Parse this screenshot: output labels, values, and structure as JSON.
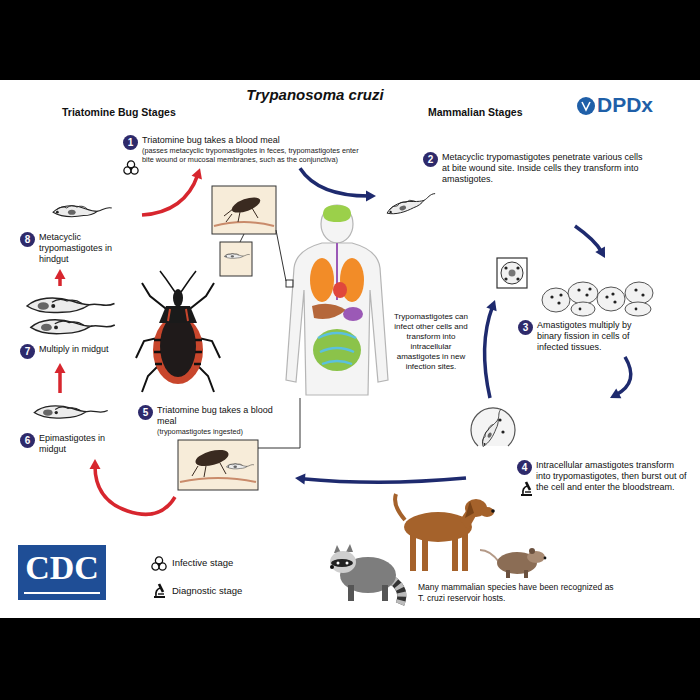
{
  "diagram": {
    "title": "Trypanosoma cruzi",
    "nodes": [
      {
        "text": [
          "1",
          "Triatomine bug takes a blood meal",
          "(passes metacyclic trypomastigotes in feces, trypomastigotes enter bite wound or mucosal membranes, such as the conjunctiva)"
        ]
      },
      {
        "text": [
          "2",
          "Metacyclic trypomastigotes penetrate various cells at bite wound site. Inside cells they transform into amastigotes."
        ]
      },
      {
        "text": [
          "3",
          "Amastigotes multiply by binary fission in cells of infected tissues."
        ]
      },
      {
        "text": [
          "4",
          "Intracellular amastigotes transform into trypomastigotes, then burst out of the cell and enter the bloodstream."
        ]
      },
      {
        "text": [
          "5",
          "Triatomine bug takes a blood meal",
          "(trypomastigotes ingested)"
        ]
      },
      {
        "text": [
          "6",
          "Epimastigotes in midgut"
        ]
      },
      {
        "text": [
          "7",
          "Multiply in midgut"
        ]
      },
      {
        "text": [
          "8",
          "Metacyclic trypomastigotes in hindgut"
        ]
      }
    ],
    "edges": [
      {
        "from": 0,
        "to": 1,
        "arrow": "to"
      },
      {
        "from": 1,
        "to": 2,
        "arrow": "to"
      },
      {
        "from": 2,
        "to": 3,
        "arrow": "to"
      },
      {
        "from": 3,
        "to": 4,
        "arrow": "to"
      },
      {
        "from": 4,
        "to": 5,
        "arrow": "to"
      },
      {
        "from": 5,
        "to": 6,
        "arrow": "to"
      },
      {
        "from": 6,
        "to": 7,
        "arrow": "to"
      },
      {
        "from": 7,
        "to": 0,
        "arrow": "to"
      },
      {
        "from": 3,
        "to": 2,
        "arrow": "to"
      }
    ],
    "labels": [
      "Triatomine Bug Stages",
      "Mammalian Stages",
      "DPDx",
      "Trypomastigotes can infect other cells and transform into intracellular amastigotes in new infection sites.",
      "Many mammalian species have been recognized as T. cruzi reservoir hosts.",
      "CDC"
    ],
    "legend": [
      {
        "text": "Infective stage"
      },
      {
        "text": "Diagnostic stage"
      }
    ]
  }
}
